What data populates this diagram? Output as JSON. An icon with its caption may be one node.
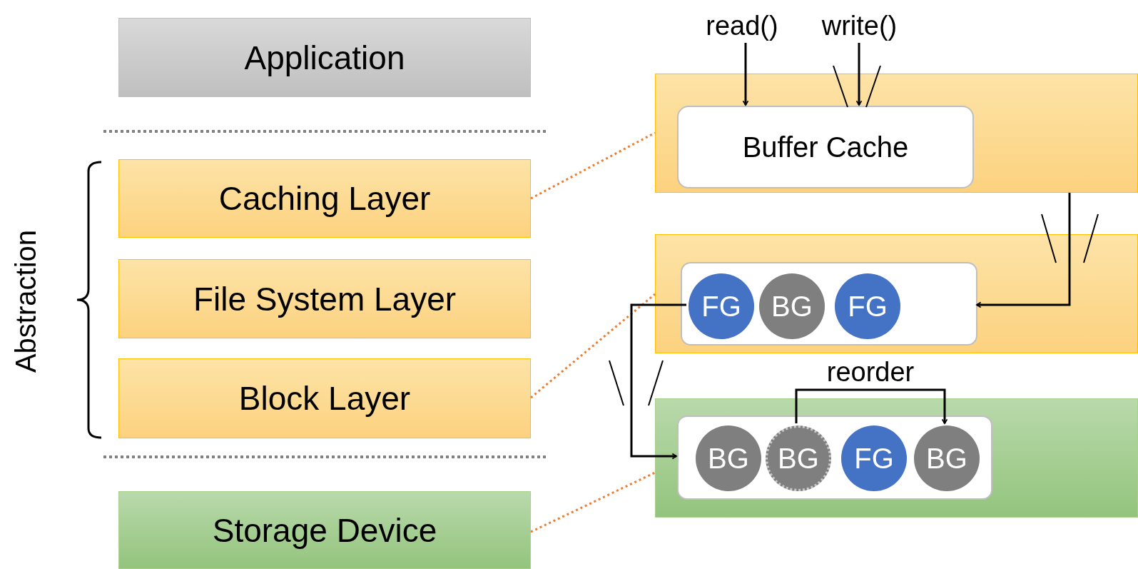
{
  "diagram": {
    "nodes": [
      {
        "text": [
          "Application"
        ]
      },
      {
        "text": [
          "Caching Layer"
        ]
      },
      {
        "text": [
          "File System Layer"
        ]
      },
      {
        "text": [
          "Block Layer"
        ]
      },
      {
        "text": [
          "Storage Device"
        ]
      },
      {
        "text": [],
        "shape": "box"
      },
      {
        "text": [
          "Buffer Cache"
        ],
        "in": 5
      },
      {
        "text": [],
        "shape": "box"
      },
      {
        "text": [],
        "shape": "box",
        "in": 7
      },
      {
        "text": [
          "FG"
        ],
        "in": 8
      },
      {
        "text": [
          "BG"
        ],
        "in": 8
      },
      {
        "text": [
          "FG"
        ],
        "in": 8
      },
      {
        "text": [],
        "shape": "box"
      },
      {
        "text": [],
        "shape": "box",
        "in": 12
      },
      {
        "text": [
          "BG"
        ],
        "in": 13
      },
      {
        "text": [
          "BG"
        ],
        "in": 13
      },
      {
        "text": [
          "FG"
        ],
        "in": 13
      },
      {
        "text": [
          "BG"
        ],
        "in": 13
      },
      {
        "text": [
          "read()"
        ]
      },
      {
        "text": [
          "write()"
        ]
      }
    ],
    "edges": [
      {
        "from": 1,
        "to": 5,
        "arrow": "none",
        "style": "dashed",
        "color": "#ed7d31"
      },
      {
        "from": 3,
        "to": 7,
        "arrow": "none",
        "style": "dashed",
        "color": "#ed7d31"
      },
      {
        "from": 4,
        "to": 12,
        "arrow": "none",
        "style": "dashed",
        "color": "#ed7d31"
      },
      {
        "from": 18,
        "to": 6,
        "arrow": "to"
      },
      {
        "from": 19,
        "to": 6,
        "arrow": "to"
      },
      {
        "from": 5,
        "to": 8,
        "arrow": "to"
      },
      {
        "from": 9,
        "to": 13,
        "arrow": "to"
      },
      {
        "from": 15,
        "to": 17,
        "arrow": "to",
        "label": "reorder"
      }
    ],
    "labels": [
      "Abstraction"
    ]
  }
}
